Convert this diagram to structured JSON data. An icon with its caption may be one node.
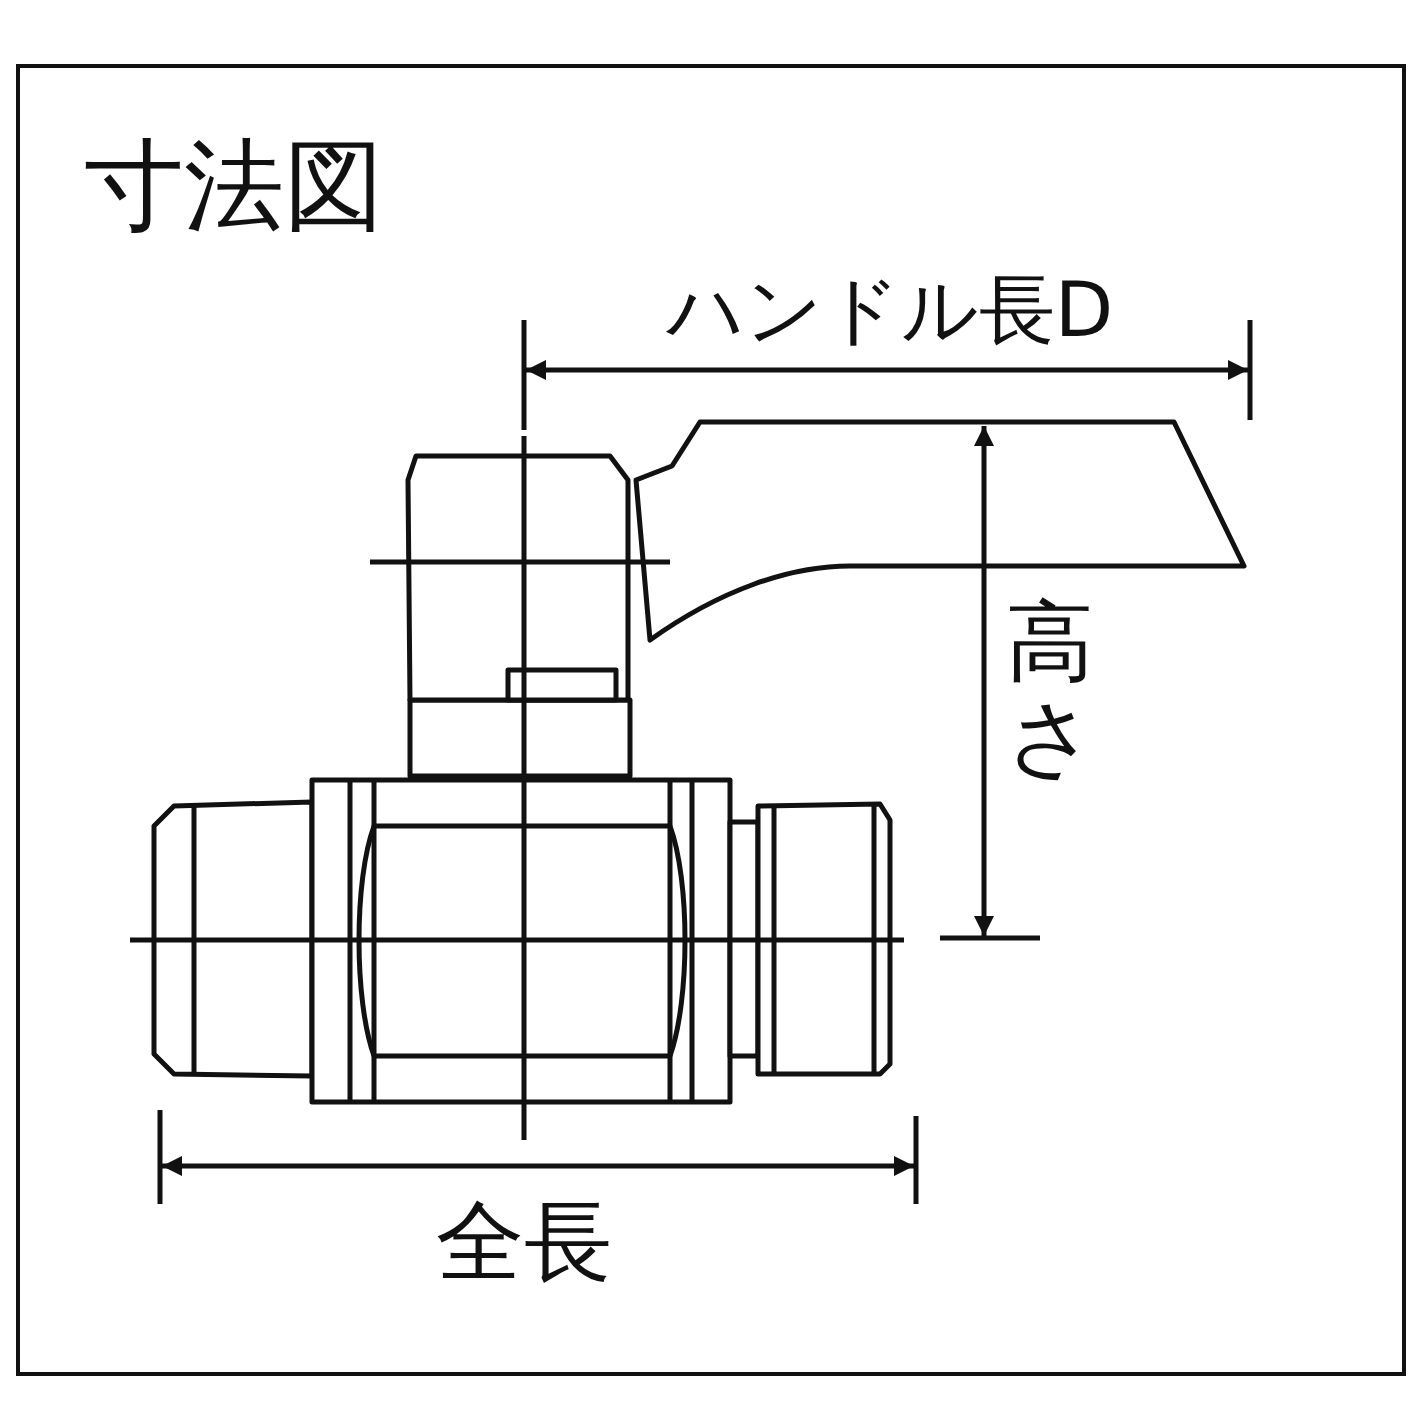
{
  "diagram": {
    "title": "寸法図",
    "labels": [
      "ハンドル長D",
      "高さ",
      "全長"
    ]
  }
}
